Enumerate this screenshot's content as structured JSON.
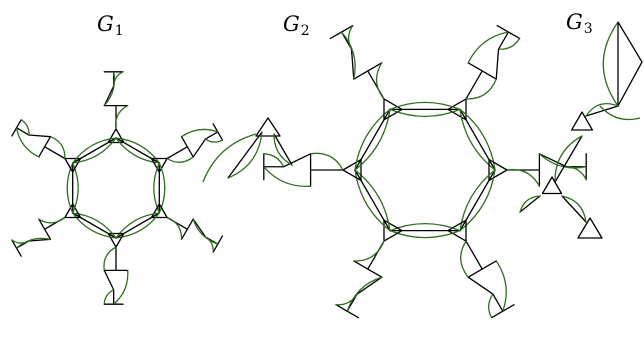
{
  "labels": [
    {
      "letter": "G",
      "index": "1"
    },
    {
      "letter": "G",
      "index": "2"
    },
    {
      "letter": "G",
      "index": "3"
    }
  ],
  "colors": {
    "frame_edge": "#000000",
    "curved_edge": "#2e6e1e",
    "background": "#ffffff"
  }
}
